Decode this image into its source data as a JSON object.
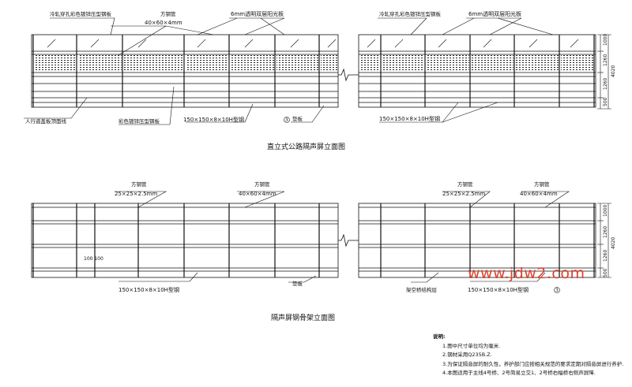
{
  "top_elevation": {
    "title": "直立式公路隔声屏立面图",
    "labels": {
      "perforated_panel": "冷轧穿孔彩色镀锌压型钢板",
      "square_tube": "方钢管",
      "square_tube_size": "40×60×4mm",
      "glass": "6mm透明双层阳光板",
      "sidewalk": "人行道盖板顶面线",
      "color_plate": "彩色镀锌压型钢板",
      "h_beam": "150×150×8×10H型钢",
      "bedding": "垫板",
      "circle_no": "3",
      "perforated_panel_right": "冷轧穿孔彩色镀锌压型钢板",
      "glass_right": "6mm透明双层阳光板",
      "h_beam_right": "150×150×8×10H型钢"
    },
    "dims": [
      "1000",
      "1260",
      "1260",
      "500",
      "4020"
    ]
  },
  "bottom_elevation": {
    "title": "隔声屏钢骨架立面图",
    "labels": {
      "square_tube_a": "方钢管",
      "size_a": "25×25×2.5mm",
      "square_tube_b": "方钢管",
      "size_b": "40×60×4mm",
      "spacing": "100 100",
      "h_beam": "150×150×8×10H型钢",
      "bedding": "垫板",
      "square_tube_c": "方钢管",
      "size_c": "25×25×2.5mm",
      "square_tube_d": "方钢管",
      "size_d": "40×60×4mm",
      "frame_layer": "架空桥结构层",
      "h_beam_right": "150×150×8×10H型钢",
      "circle_no": "3"
    },
    "dims": [
      "1000",
      "1260",
      "1260",
      "500",
      "4020"
    ]
  },
  "notes": {
    "heading": "说明:",
    "items": [
      "1.图中尺寸单位均为毫米.",
      "2.钢材采用Q235B.Z.",
      "3.为保证隔音屏的耐久性，养护部门应按相关规范的要求定期对隔音屏进行养护.",
      "4.本图适用于主线4号桥、2号简易立交1、2号桥右幅桥右侧声屏障."
    ]
  },
  "watermark": "www.jdw2.com",
  "colors": {
    "line": "#111111",
    "watermark": "#e0402a"
  }
}
